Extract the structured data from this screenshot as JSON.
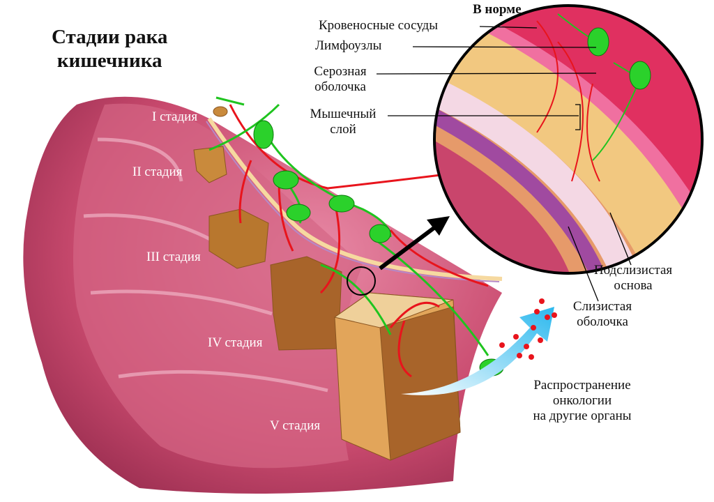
{
  "title": {
    "line1": "Стадии рака",
    "line2": "кишечника"
  },
  "stages": [
    "I стадия",
    "II стадия",
    "III стадия",
    "IV стадия",
    "V стадия"
  ],
  "inset": {
    "heading": "В норме",
    "labels": {
      "blood_vessels": "Кровеносные сосуды",
      "lymph_nodes": "Лимфоузлы",
      "serosa_1": "Серозная",
      "serosa_2": "оболочка",
      "muscle_1": "Мышечный",
      "muscle_2": "слой",
      "submucosa_1": "Подслизистая",
      "submucosa_2": "основа",
      "mucosa_1": "Слизистая",
      "mucosa_2": "оболочка"
    }
  },
  "spread": {
    "line1": "Распространение",
    "line2": "онкологии",
    "line3": "на другие органы"
  },
  "colors": {
    "intestine": "#c94a6e",
    "vessel": "#e8141c",
    "lymph": "#1fc41f",
    "tumor": "#c98a3c",
    "arrow": "#3cc8f0"
  }
}
